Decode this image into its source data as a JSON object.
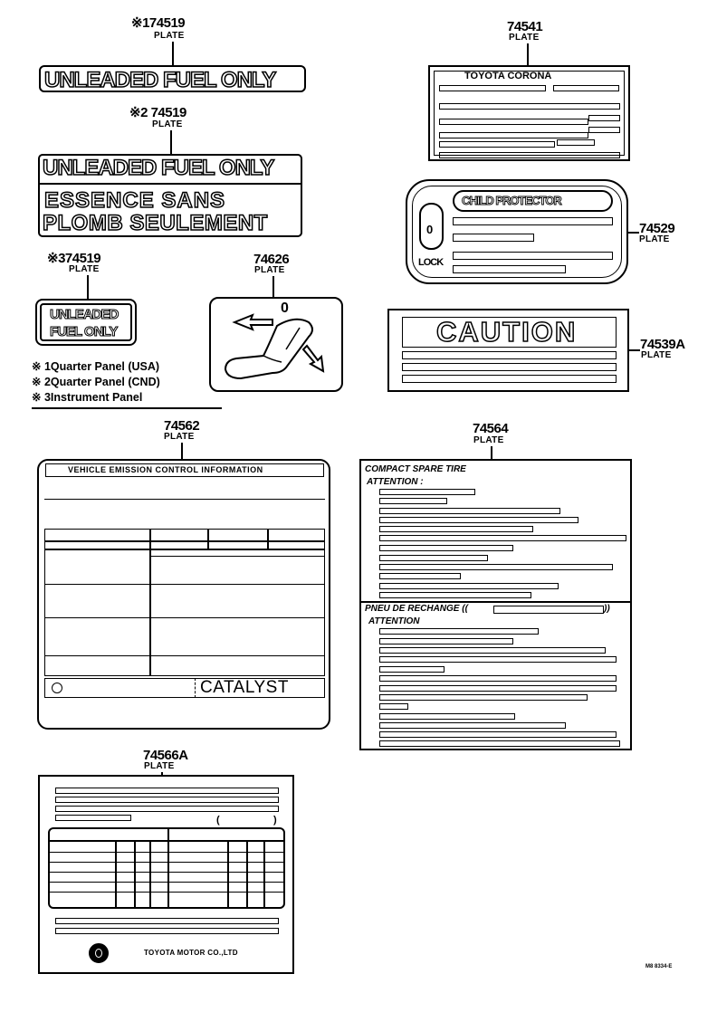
{
  "parts": {
    "p174519": {
      "number": "※174519",
      "label": "PLATE",
      "text": "UNLEADED FUEL ONLY"
    },
    "p274519": {
      "number": "※2 74519",
      "label": "PLATE",
      "line1": "UNLEADED FUEL ONLY",
      "line2": "ESSENCE SANS",
      "line3": "PLOMB  SEULEMENT"
    },
    "p374519": {
      "number": "※374519",
      "label": "PLATE",
      "line1": "UNLEADED",
      "line2": "FUEL ONLY"
    },
    "p74626": {
      "number": "74626",
      "label": "PLATE",
      "zero": "0"
    },
    "p74541": {
      "number": "74541",
      "label": "PLATE",
      "header": "TOYOTA  CORONA"
    },
    "p74529": {
      "number": "74529",
      "label": "PLATE",
      "header": "CHILD  PROTECTOR",
      "zero": "0",
      "lock": "LOCK"
    },
    "p74539A": {
      "number": "74539A",
      "label": "PLATE",
      "header": "CAUTION"
    },
    "p74562": {
      "number": "74562",
      "label": "PLATE",
      "header": "VEHICLE   EMISSION   CONTROL   INFORMATION",
      "catalyst": "CATALYST"
    },
    "p74564": {
      "number": "74564",
      "label": "PLATE",
      "line1": "COMPACT SPARE TIRE",
      "line2": "ATTENTION :",
      "line3": "PNEU DE RECHANGE ((",
      "line3b": "))",
      "line4": "ATTENTION"
    },
    "p74566A": {
      "number": "74566A",
      "label": "PLATE",
      "maker": "TOYOTA MOTOR CO.,LTD",
      "paren_open": "(",
      "paren_close": ")"
    }
  },
  "notes": {
    "n1": "※ 1Quarter Panel (USA)",
    "n2": "※ 2Quarter Panel (CND)",
    "n3": "※ 3Instrument Panel"
  },
  "drawing_code": "M8  8334-E"
}
